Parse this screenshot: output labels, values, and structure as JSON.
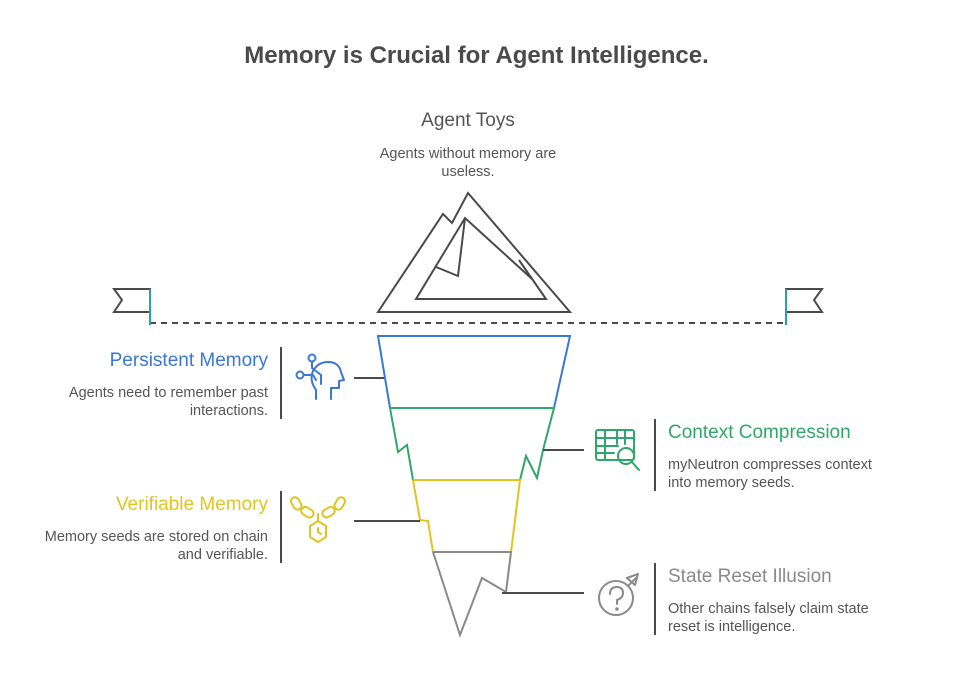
{
  "title": "Memory is Crucial for Agent Intelligence.",
  "top": {
    "heading": "Agent Toys",
    "description": "Agents without memory are useless."
  },
  "items": [
    {
      "heading": "Persistent Memory",
      "description": "Agents need to remember past interactions.",
      "color": "#3a78d6",
      "icon": "head-network-icon",
      "side": "left"
    },
    {
      "heading": "Context Compression",
      "description": "myNeutron compresses context into memory seeds.",
      "color": "#2ea86a",
      "icon": "table-search-icon",
      "side": "right"
    },
    {
      "heading": "Verifiable Memory",
      "description": "Memory seeds are stored on chain and verifiable.",
      "color": "#e0c521",
      "icon": "chain-link-icon",
      "side": "left"
    },
    {
      "heading": "State Reset Illusion",
      "description": "Other chains falsely claim state reset is intelligence.",
      "color": "#8a8a8a",
      "icon": "question-male-icon",
      "side": "right"
    }
  ],
  "colors": {
    "outline": "#4a4a4a",
    "flag_accent": "#2a9dae",
    "text": "#555555"
  }
}
